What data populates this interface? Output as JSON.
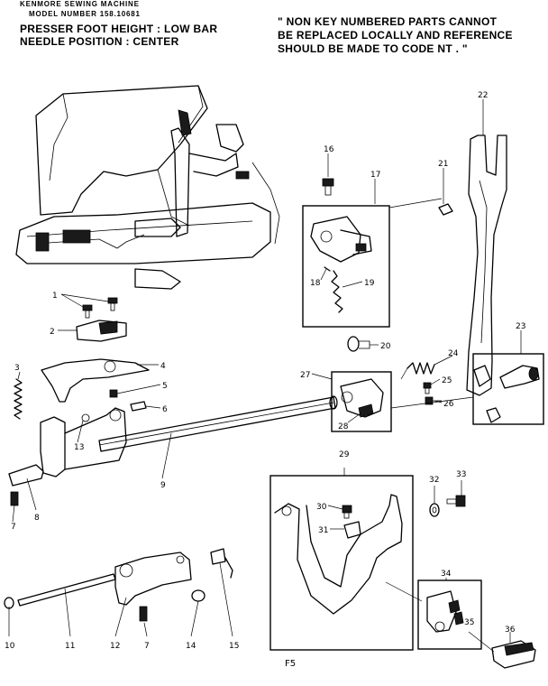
{
  "header": {
    "line1": "KENMORE SEWING MACHINE",
    "line2": "MODEL NUMBER 158.10681",
    "line3": "PRESSER FOOT HEIGHT : LOW BAR",
    "line4": "NEEDLE POSITION : CENTER"
  },
  "note": {
    "line1": "\" NON KEY NUMBERED PARTS CANNOT",
    "line2": "BE REPLACED LOCALLY AND REFERENCE",
    "line3": "SHOULD BE MADE TO CODE NT . \""
  },
  "callouts": [
    "1",
    "2",
    "3",
    "4",
    "5",
    "6",
    "7",
    "8",
    "9",
    "10",
    "11",
    "12",
    "7",
    "14",
    "15",
    "16",
    "17",
    "18",
    "19",
    "20",
    "21",
    "22",
    "23",
    "24",
    "25",
    "26",
    "27",
    "28",
    "29",
    "30",
    "31",
    "32",
    "33",
    "34",
    "35",
    "36",
    "13"
  ],
  "figure_label": "F5"
}
